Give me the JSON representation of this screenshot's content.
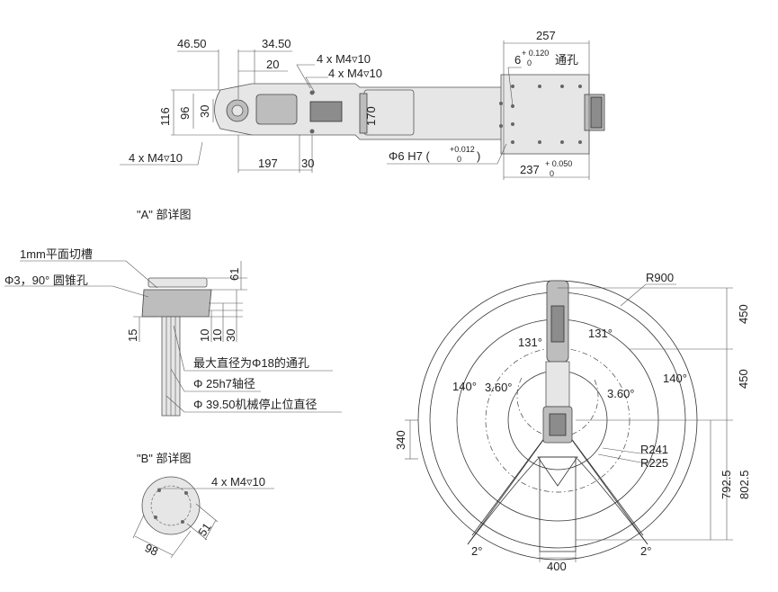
{
  "top_view": {
    "dims": {
      "d46_50": "46.50",
      "d34_50": "34.50",
      "d20": "20",
      "d116": "116",
      "d96": "96",
      "d30_v": "30",
      "d197": "197",
      "d30_h": "30",
      "d170": "170",
      "d257": "257",
      "d237": "237"
    },
    "notes": {
      "m4_a": "4 x M4▿10",
      "m4_b": "4 x M4▿10",
      "m4_c": "4 x M4▿10",
      "hole6_prefix": "6",
      "hole6_tol_upper": "+ 0.120",
      "hole6_tol_lower": "0",
      "through_hole": "通孔",
      "phi6_h7": "Φ6  H7 (",
      "phi6_tol_upper": "+0.012",
      "phi6_tol_lower": "0",
      "phi6_close": ")",
      "d237_tol_upper": "+ 0.050",
      "d237_tol_lower": "0"
    }
  },
  "detail_a": {
    "title": "\"A\" 部详图",
    "notes": {
      "flat_slot": "1mm平面切槽",
      "cone_hole": "Φ3，90° 圆锥孔",
      "max_dia": "最大直径为Φ18的通孔",
      "shaft": "Φ 25h7轴径",
      "stop_dia": "Φ 39.50机械停止位直径"
    },
    "dims": {
      "d61": "61",
      "d15": "15",
      "d10a": "10",
      "d10b": "10",
      "d30": "30"
    }
  },
  "detail_b": {
    "title": "\"B\" 部详图",
    "note": "4 x M4▿10",
    "dims": {
      "d98": "98",
      "d51": "51"
    }
  },
  "workspace": {
    "radii": {
      "r900": "R900",
      "r241": "R241",
      "r225": "R225"
    },
    "dims": {
      "d450_top": "450",
      "d450_mid": "450",
      "d792_5": "792.5",
      "d802_5": "802.5",
      "d340": "340",
      "d400": "400"
    },
    "angles": {
      "a131_left": "131°",
      "a131_right": "131°",
      "a140_left": "140°",
      "a140_right": "140°",
      "a3_60_left": "3.60°",
      "a3_60_right": "3.60°",
      "a2_left": "2°",
      "a2_right": "2°"
    }
  }
}
